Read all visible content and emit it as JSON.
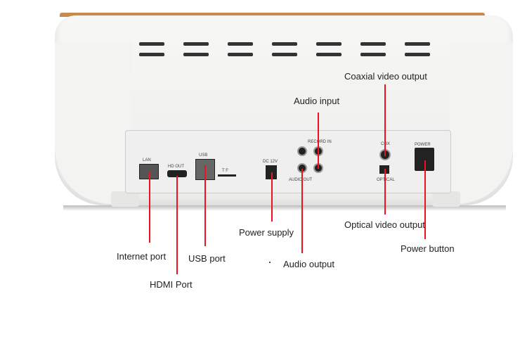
{
  "panel_labels": {
    "lan": "LAN",
    "hd_out": "HD OUT",
    "usb": "USB",
    "tf": "T F",
    "dc": "DC 12V",
    "record_in": "RECORD IN",
    "audio_out": "AUDIO OUT",
    "cox": "COX",
    "optical": "OPTICAL",
    "power": "POWER"
  },
  "callouts": {
    "internet_port": "Internet port",
    "hdmi_port": "HDMI Port",
    "usb_port": "USB port",
    "power_supply": "Power supply",
    "audio_output": "Audio output",
    "audio_input": "Audio input",
    "coaxial_video_output": "Coaxial video output",
    "optical_video_output": "Optical video output",
    "power_button": "Power button"
  },
  "colors": {
    "callout_line": "#e8141e",
    "device": "#f3f3f1",
    "trim": "#c98a4d"
  }
}
